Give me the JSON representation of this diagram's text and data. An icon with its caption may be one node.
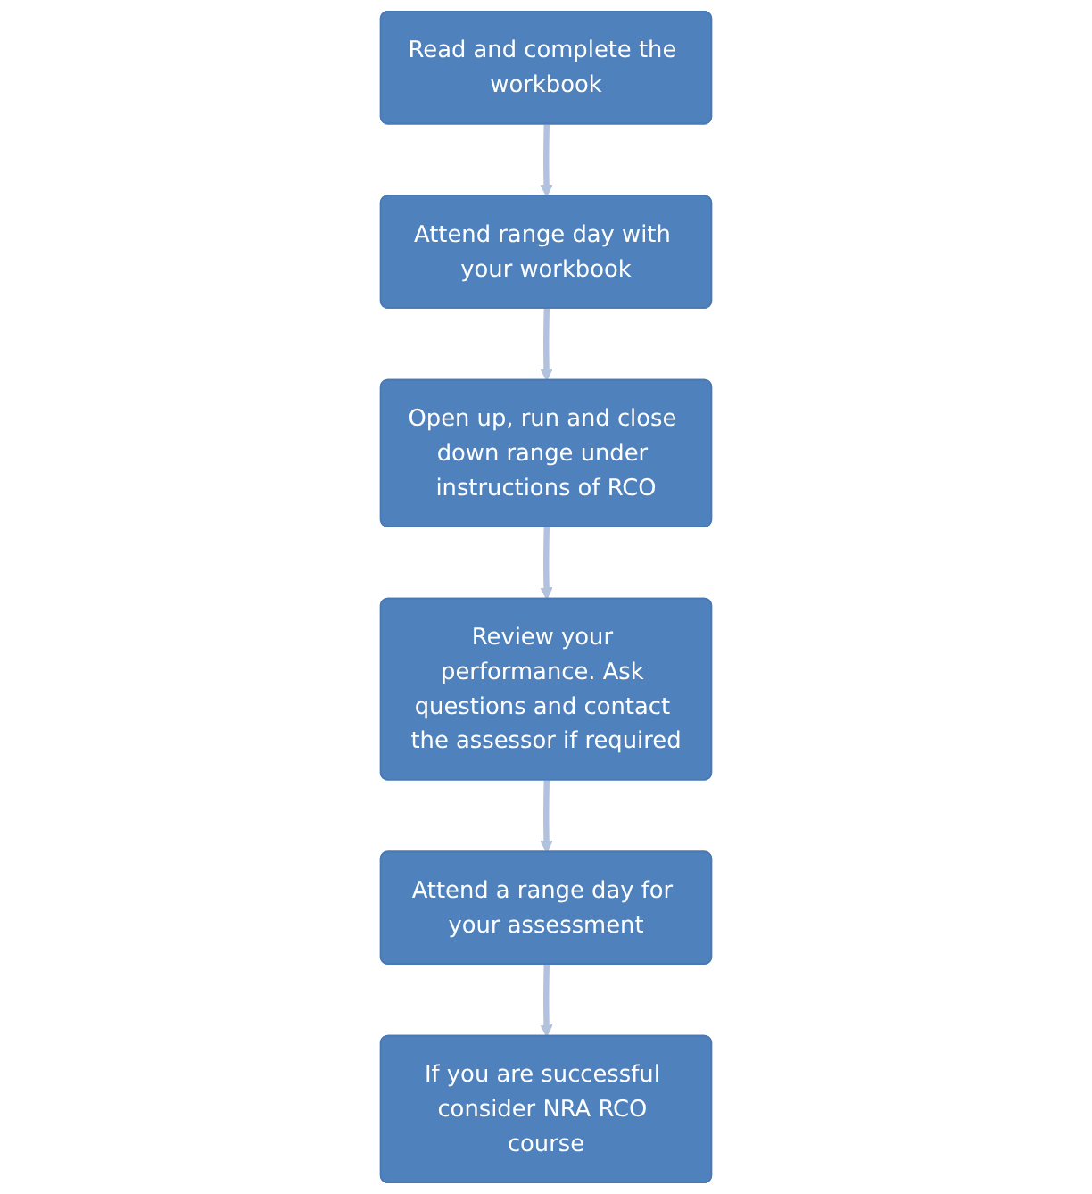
{
  "diagram": {
    "nodes": [
      {
        "text": [
          "Read and complete the workbook"
        ]
      },
      {
        "text": [
          "Attend range day with your workbook"
        ]
      },
      {
        "text": [
          "Review your performance. Ask questions and contact the assessor if required"
        ]
      },
      {
        "text": [
          "Open up, run and close down range under instructions of RCO"
        ]
      },
      {
        "text": [
          "Attend a range day for your assessment"
        ]
      },
      {
        "text": [
          "If you are successful consider NRA RCO course"
        ]
      }
    ],
    "edges": [
      {
        "from": 0,
        "to": 1,
        "arrow": "to"
      },
      {
        "from": 1,
        "to": 3,
        "arrow": "to"
      },
      {
        "from": 3,
        "to": 2,
        "arrow": "to"
      },
      {
        "from": 2,
        "to": 4,
        "arrow": "to"
      },
      {
        "from": 4,
        "to": 5,
        "arrow": "to"
      }
    ]
  }
}
